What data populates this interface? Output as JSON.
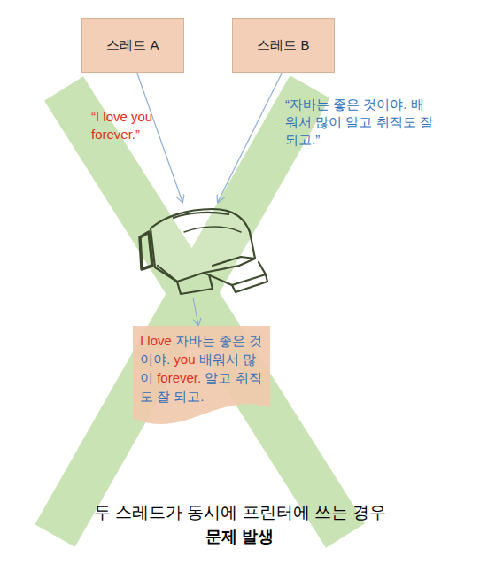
{
  "diagram": {
    "caption": "두 스레드가 동시에 프린터에 쓰는 경우",
    "nodes": [
      {
        "text": [
          "스레드  A"
        ]
      },
      {
        "text": [
          "스레드  B"
        ]
      },
      {
        "text": [
          "I love",
          "자바는 좋은 것이야.",
          "you",
          "배워서 많이",
          "forever.",
          "알고 취직도 잘 되고."
        ]
      }
    ],
    "labels": [
      "“I love you forever.”",
      "“자바는 좋은 것이야. 배워서 많이 알고 취직도 잘 되고.”",
      "문제 발생"
    ]
  }
}
